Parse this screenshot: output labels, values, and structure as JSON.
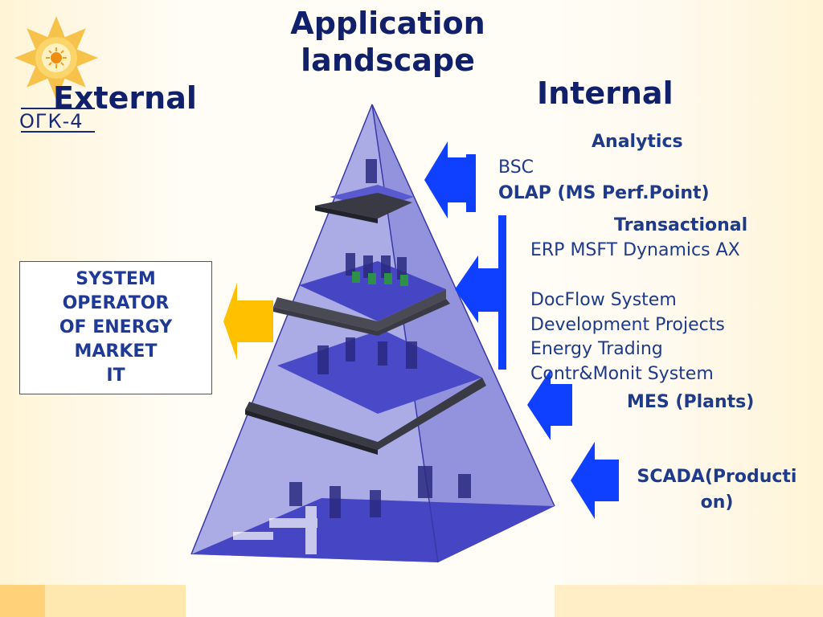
{
  "title": "Application landscape",
  "title_lines": [
    "Application",
    "landscape"
  ],
  "external_label": "External",
  "internal_label": "Internal",
  "logo": {
    "text": "ОГК-4",
    "sun_color": "#f6c24a"
  },
  "external_box": {
    "lines": [
      "SYSTEM",
      "OPERATOR",
      "OF ENERGY",
      "MARKET",
      "IT"
    ]
  },
  "layers": {
    "analytics": {
      "heading": "Analytics",
      "items": [
        "BSC",
        "OLAP (MS Perf.Point)"
      ]
    },
    "transactional": {
      "heading": "Transactional",
      "items": [
        "ERP MSFT Dynamics AX",
        "DocFlow System",
        "Development Projects",
        "Energy Trading",
        "Contr&Monit System"
      ]
    },
    "mes": {
      "heading": "MES (Plants)"
    },
    "scada": {
      "lines": [
        "SCADA(Producti",
        "on)"
      ]
    }
  },
  "colors": {
    "arrow_blue": "#1040ff",
    "arrow_yellow": "#ffc000",
    "pyramid_face": "#8f8fe0",
    "pyramid_floor": "#4646c4",
    "divider": "#3a3a44",
    "text_navy": "#10206a"
  }
}
